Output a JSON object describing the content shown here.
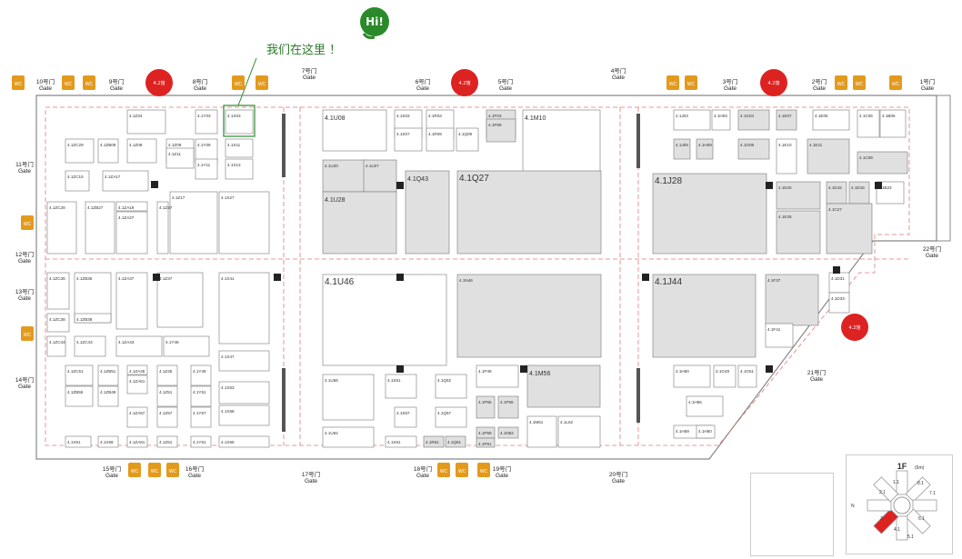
{
  "callout": {
    "text": "我们在这里 ！",
    "hi": "Hi!"
  },
  "gates": {
    "g10": [
      "10号门",
      "Gate"
    ],
    "g9": [
      "9号门",
      "Gate"
    ],
    "g8": [
      "8号门",
      "Gate"
    ],
    "g7": [
      "7号门",
      "Gate"
    ],
    "g6": [
      "6号门",
      "Gate"
    ],
    "g5": [
      "5号门",
      "Gate"
    ],
    "g4": [
      "4号门",
      "Gate"
    ],
    "g3": [
      "3号门",
      "Gate"
    ],
    "g2": [
      "2号门",
      "Gate"
    ],
    "g1": [
      "1号门",
      "Gate"
    ],
    "g11": [
      "11号门",
      "Gate"
    ],
    "g12": [
      "12号门",
      "Gate"
    ],
    "g13": [
      "13号门",
      "Gate"
    ],
    "g14": [
      "14号门",
      "Gate"
    ],
    "g15": [
      "15号门",
      "Gate"
    ],
    "g16": [
      "16号门",
      "Gate"
    ],
    "g17": [
      "17号门",
      "Gate"
    ],
    "g18": [
      "18号门",
      "Gate"
    ],
    "g19": [
      "19号门",
      "Gate"
    ],
    "g20": [
      "20号门",
      "Gate"
    ],
    "g21": [
      "21号门",
      "Gate"
    ],
    "g22": [
      "22号门",
      "Gate"
    ]
  },
  "booths": [
    [
      "b1",
      "4.1Z34",
      false,
      "s"
    ],
    [
      "b2",
      "4.1Y03",
      false,
      "s"
    ],
    [
      "b3",
      "4.1X03",
      false,
      "s"
    ],
    [
      "b4",
      "4.1ZC29",
      false,
      "s"
    ],
    [
      "b5",
      "4.1ZB09",
      false,
      "s"
    ],
    [
      "b6",
      "4.1Z08",
      false,
      "s"
    ],
    [
      "b7",
      "4.1Z09",
      false,
      "s"
    ],
    [
      "b8",
      "4.1Y09",
      false,
      "s"
    ],
    [
      "b9",
      "4.1X11",
      false,
      "s"
    ],
    [
      "b10",
      "4.1Z11",
      false,
      "s"
    ],
    [
      "b11",
      "4.1Y11",
      false,
      "s"
    ],
    [
      "b12",
      "4.1X13",
      false,
      "s"
    ],
    [
      "b13",
      "4.1ZC15",
      false,
      "s"
    ],
    [
      "b14",
      "4.1ZA17",
      false,
      "s"
    ],
    [
      "b15",
      "4.1Z17",
      false,
      "s"
    ],
    [
      "b16",
      "4.1X27",
      false,
      "s"
    ],
    [
      "b17",
      "4.1ZC28",
      false,
      "s"
    ],
    [
      "b18",
      "4.1ZB27",
      false,
      "s"
    ],
    [
      "b19",
      "4.1ZA19",
      false,
      "s"
    ],
    [
      "b20",
      "4.1ZA27",
      false,
      "s"
    ],
    [
      "b21",
      "4.1Z27",
      false,
      "s"
    ],
    [
      "b22",
      "4.1ZC36",
      false,
      "s"
    ],
    [
      "b23",
      "4.1ZB36",
      false,
      "s"
    ],
    [
      "b24",
      "4.1ZA37",
      false,
      "s"
    ],
    [
      "b25",
      "4.1Z37",
      false,
      "s"
    ],
    [
      "b26",
      "4.1X41",
      false,
      "s"
    ],
    [
      "b27",
      "4.1ZC38",
      false,
      "s"
    ],
    [
      "b28",
      "4.1ZB38",
      false,
      "s"
    ],
    [
      "b29",
      "4.1ZC44",
      false,
      "s"
    ],
    [
      "b30",
      "4.1ZC43",
      false,
      "s"
    ],
    [
      "b31",
      "4.1ZA43",
      false,
      "s"
    ],
    [
      "b32",
      "4.1Y46",
      false,
      "s"
    ],
    [
      "b33",
      "4.1X47",
      false,
      "s"
    ],
    [
      "b34",
      "4.1ZC51",
      false,
      "s"
    ],
    [
      "b35",
      "4.1ZB51",
      false,
      "s"
    ],
    [
      "b36",
      "4.1ZA45",
      false,
      "s"
    ],
    [
      "b37",
      "4.1Z45",
      false,
      "s"
    ],
    [
      "b38",
      "4.1Y49",
      false,
      "s"
    ],
    [
      "b39",
      "4.1ZA51",
      false,
      "s"
    ],
    [
      "b40",
      "4.1Z51",
      false,
      "s"
    ],
    [
      "b41",
      "4.1X53",
      false,
      "s"
    ],
    [
      "b42",
      "4.1ZB55",
      false,
      "s"
    ],
    [
      "b43",
      "4.1ZB49",
      false,
      "s"
    ],
    [
      "b44",
      "4.1Y51",
      false,
      "s"
    ],
    [
      "b45",
      "4.1ZA57",
      false,
      "s"
    ],
    [
      "b46",
      "4.1Z57",
      false,
      "s"
    ],
    [
      "b47",
      "4.1Y57",
      false,
      "s"
    ],
    [
      "b48",
      "4.1X58",
      false,
      "s"
    ],
    [
      "b49",
      "4.1X61",
      false,
      "s"
    ],
    [
      "b50",
      "4.1X59",
      false,
      "s"
    ],
    [
      "b51",
      "4.1ZA61",
      false,
      "s"
    ],
    [
      "b52",
      "4.1Z61",
      false,
      "s"
    ],
    [
      "b53",
      "4.1Y61",
      false,
      "s"
    ],
    [
      "b54",
      "4.1X66",
      false,
      "s"
    ],
    [
      "b55",
      "4.1U08",
      false,
      "m"
    ],
    [
      "b56",
      "4.1S03",
      false,
      "s"
    ],
    [
      "b57",
      "4.1R03",
      false,
      "s"
    ],
    [
      "b58",
      "4.1P03",
      true,
      "s"
    ],
    [
      "b59",
      "4.1M10",
      false,
      "m"
    ],
    [
      "b60",
      "4.1S07",
      false,
      "s"
    ],
    [
      "b61",
      "4.1R09",
      false,
      "s"
    ],
    [
      "b62",
      "4.1Q09",
      false,
      "s"
    ],
    [
      "b63",
      "4.1P09",
      true,
      "s"
    ],
    [
      "b64",
      "4.1U20",
      true,
      "s"
    ],
    [
      "b65",
      "4.1U27",
      true,
      "s"
    ],
    [
      "b66",
      "4.1Q43",
      true,
      "m"
    ],
    [
      "b67",
      "4.1Q27",
      true,
      "l"
    ],
    [
      "b68",
      "4.1U28",
      true,
      "m"
    ],
    [
      "b69",
      "4.1U46",
      false,
      "l"
    ],
    [
      "b70",
      "4.1N46",
      true,
      "s"
    ],
    [
      "b71",
      "4.1U56",
      false,
      "s"
    ],
    [
      "b72",
      "4.1S51",
      false,
      "s"
    ],
    [
      "b73",
      "4.1Q52",
      false,
      "s"
    ],
    [
      "b74",
      "4.1P49",
      false,
      "s"
    ],
    [
      "b75",
      "4.1M56",
      true,
      "m"
    ],
    [
      "b76",
      "4.1P55",
      true,
      "s"
    ],
    [
      "b77",
      "4.1P56",
      true,
      "s"
    ],
    [
      "b78",
      "4.1S57",
      false,
      "s"
    ],
    [
      "b79",
      "4.1Q57",
      false,
      "s"
    ],
    [
      "b80",
      "4.1U62",
      false,
      "s"
    ],
    [
      "b81",
      "4.1P59",
      true,
      "s"
    ],
    [
      "b82",
      "4.1N62",
      true,
      "s"
    ],
    [
      "b83",
      "4.1M61",
      false,
      "s"
    ],
    [
      "b84",
      "4.1L62",
      false,
      "s"
    ],
    [
      "b85",
      "4.1S61",
      false,
      "s"
    ],
    [
      "b86",
      "4.1R61",
      true,
      "s"
    ],
    [
      "b87",
      "4.1Q61",
      true,
      "s"
    ],
    [
      "b88",
      "4.1P61",
      true,
      "s"
    ],
    [
      "b89",
      "4.1J03",
      false,
      "s"
    ],
    [
      "b90",
      "4.1H03",
      false,
      "s"
    ],
    [
      "b91",
      "4.1G04",
      true,
      "s"
    ],
    [
      "b92",
      "4.1E07",
      true,
      "s"
    ],
    [
      "b93",
      "4.1E05",
      false,
      "s"
    ],
    [
      "b94",
      "4.1C05",
      false,
      "s"
    ],
    [
      "b95",
      "4.1B05",
      false,
      "s"
    ],
    [
      "b96",
      "4.1J09",
      true,
      "s"
    ],
    [
      "b97",
      "4.1H09",
      true,
      "s"
    ],
    [
      "b98",
      "4.1G09",
      true,
      "s"
    ],
    [
      "b99",
      "4.1E10",
      false,
      "s"
    ],
    [
      "b100",
      "4.1E11",
      true,
      "s"
    ],
    [
      "b101",
      "4.1C09",
      true,
      "s"
    ],
    [
      "b102",
      "4.1J28",
      true,
      "l"
    ],
    [
      "b103",
      "4.1E20",
      true,
      "s"
    ],
    [
      "b104",
      "4.1D15",
      true,
      "s"
    ],
    [
      "b105",
      "4.1D16",
      true,
      "s"
    ],
    [
      "b106",
      "4.1B23",
      false,
      "s"
    ],
    [
      "b107",
      "4.1E26",
      true,
      "s"
    ],
    [
      "b108",
      "4.1C27",
      true,
      "s"
    ],
    [
      "b109",
      "4.1J44",
      true,
      "l"
    ],
    [
      "b110",
      "4.1F37",
      true,
      "s"
    ],
    [
      "b111",
      "4.1D31",
      false,
      "s"
    ],
    [
      "b112",
      "4.1D33",
      false,
      "s"
    ],
    [
      "b113",
      "4.1F41",
      false,
      "s"
    ],
    [
      "b114",
      "4.1H50",
      false,
      "s"
    ],
    [
      "b115",
      "4.1G49",
      false,
      "s"
    ],
    [
      "b116",
      "4.1G51",
      false,
      "s"
    ],
    [
      "b117",
      "4.1H55",
      false,
      "s"
    ],
    [
      "b118",
      "4.1H59",
      false,
      "s"
    ],
    [
      "b119",
      "4.1H60",
      false,
      "s"
    ]
  ],
  "legend": {
    "title": "1F",
    "unit": "(6m)",
    "labels": [
      "1.1",
      "8.1",
      "2.1",
      "7.1",
      "3",
      "6.1",
      "4.1",
      "5.1"
    ],
    "north": "N"
  },
  "badges": {
    "wc": "WC",
    "red": "4.2馆"
  },
  "colors": {
    "route": "#e07a7a",
    "booth_filled": "#e0e0e0",
    "accent": "#2a8a2a",
    "orange": "#e39a1c",
    "red_marker": "#dd2222"
  }
}
